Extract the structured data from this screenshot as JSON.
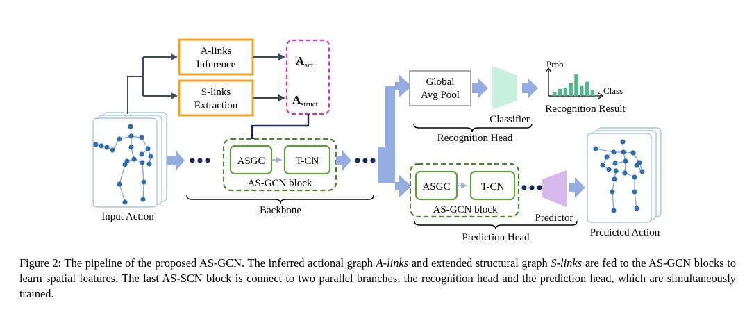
{
  "diagram": {
    "alinks_box": "A-links",
    "alinks_box_2": "Inference",
    "slinks_box": "S-links",
    "slinks_box_2": "Extraction",
    "a_act_main": "A",
    "a_act_sub": "act",
    "a_struct_main": "A",
    "a_struct_sub": "struct",
    "asgc": "ASGC",
    "tcn": "T-CN",
    "asgcn_block": "AS-GCN block",
    "backbone": "Backbone",
    "input_action": "Input Action",
    "gap_1": "Global",
    "gap_2": "Avg Pool",
    "classifier": "Classifier",
    "prob": "Prob",
    "class": "Class",
    "recognition_result": "Recognition Result",
    "recognition_head": "Recognition Head",
    "asgc2": "ASGC",
    "tcn2": "T-CN",
    "asgcn_block2": "AS-GCN block",
    "predictor": "Predictor",
    "prediction_head": "Prediction Head",
    "predicted_action": "Predicted Action",
    "mini_chart_values": [
      0.15,
      0.3,
      0.35,
      0.55,
      0.92,
      0.42,
      0.6,
      0.25
    ],
    "colors": {
      "orange": "#f3a21c",
      "magenta": "#e627c7",
      "navy": "#12285e",
      "green": "#5f9e3d",
      "dashgreen": "#4f8131",
      "blueArrow": "#94acdf",
      "joint": "#2d6cae",
      "bone": "#8ba8d8",
      "frame": "#a8c4e6",
      "classifier": "#c9efdf",
      "predictor": "#d6b8eb",
      "bar": "#4fb88c"
    }
  },
  "caption": {
    "p1": "Figure 2:  The pipeline of the proposed AS-GCN. The inferred actional graph ",
    "p2": "A-links",
    "p3": " and extended structural graph ",
    "p4": "S-links",
    "p5": " are fed to the AS-GCN blocks to learn spatial features.  The last AS-SCN block is connect to two parallel branches, the recognition head and the prediction head, which are simultaneously trained."
  }
}
